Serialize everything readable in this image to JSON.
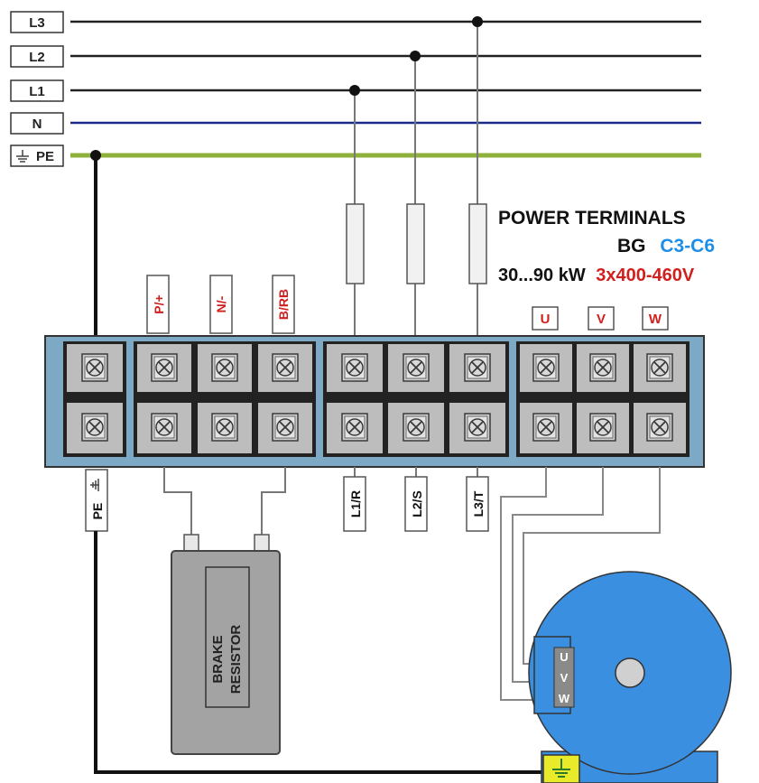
{
  "bus_labels": {
    "l3": "L3",
    "l2": "L2",
    "l1": "L1",
    "n": "N",
    "pe": "PE"
  },
  "title": {
    "line1": "POWER TERMINALS",
    "bg": "BG",
    "series": "C3-C6",
    "power": "30...90 kW",
    "voltage": "3x400-460V"
  },
  "dc_terminals": {
    "p": "P/+",
    "n": "N/-",
    "b": "B/RB"
  },
  "output_terminals": {
    "u": "U",
    "v": "V",
    "w": "W"
  },
  "input_terminals": {
    "l1": "L1/R",
    "l2": "L2/S",
    "l3": "L3/T"
  },
  "pe_terminal": "PE",
  "brake_resistor": {
    "line1": "BRAKE",
    "line2": "RESISTOR"
  },
  "motor_terminals": {
    "u": "U",
    "v": "V",
    "w": "W"
  },
  "colors": {
    "neutral_line": "#1b2a8a",
    "pe_line": "#8db13a",
    "terminal_block": "#7ea9c4",
    "motor": "#3a8fe0",
    "red_label": "#d0201e",
    "cyan_label": "#1e8ee6",
    "ground_box": "#e8ea2a",
    "resistor": "#a3a3a3"
  }
}
